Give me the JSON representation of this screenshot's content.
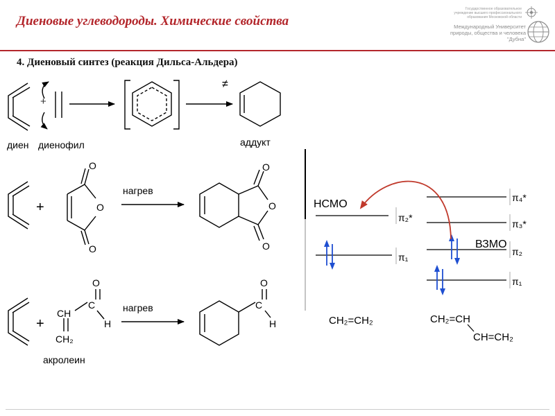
{
  "header": {
    "title": "Диеновые углеводороды. Химические свойства",
    "logo_line1": "Государственное образовательное учреждение высшего профессионального образования Московской области",
    "logo_line2": "Международный Университет природы, общества и человека \"Дубна\""
  },
  "section": {
    "subtitle": "4. Диеновый синтез (реакция Дильса-Альдера)"
  },
  "reaction1": {
    "diene_label": "диен",
    "dienophile_label": "диенофил",
    "adduct_label": "аддукт",
    "not_equal": "≠",
    "plus": "+"
  },
  "reaction2": {
    "plus": "+",
    "arrow_label": "нагрев",
    "anhydride_atoms": [
      "O",
      "O",
      "O"
    ],
    "product_atoms": [
      "O",
      "O",
      "O"
    ]
  },
  "reaction3": {
    "plus": "+",
    "arrow_label": "нагрев",
    "acrolein_atoms": {
      "ch": "CH",
      "c": "C",
      "o": "O",
      "h": "H",
      "ch2": "CH₂"
    },
    "product_atoms": {
      "c": "C",
      "o": "O",
      "h": "H"
    },
    "reagent_name": "акролеин"
  },
  "mo_diagram": {
    "lumo_label": "НСМО",
    "homo_label": "ВЗМО",
    "ethylene_levels": [
      "π₂*",
      "π₁"
    ],
    "butadiene_levels": [
      "π₄*",
      "π₃*",
      "π₂",
      "π₁"
    ],
    "ethylene_formula": "CH₂=CH₂",
    "butadiene_formula_top": "CH₂=CH",
    "butadiene_formula_bottom": "CH=CH₂",
    "arrow_color": "#c0392b",
    "electron_color": "#1f4fd1"
  }
}
